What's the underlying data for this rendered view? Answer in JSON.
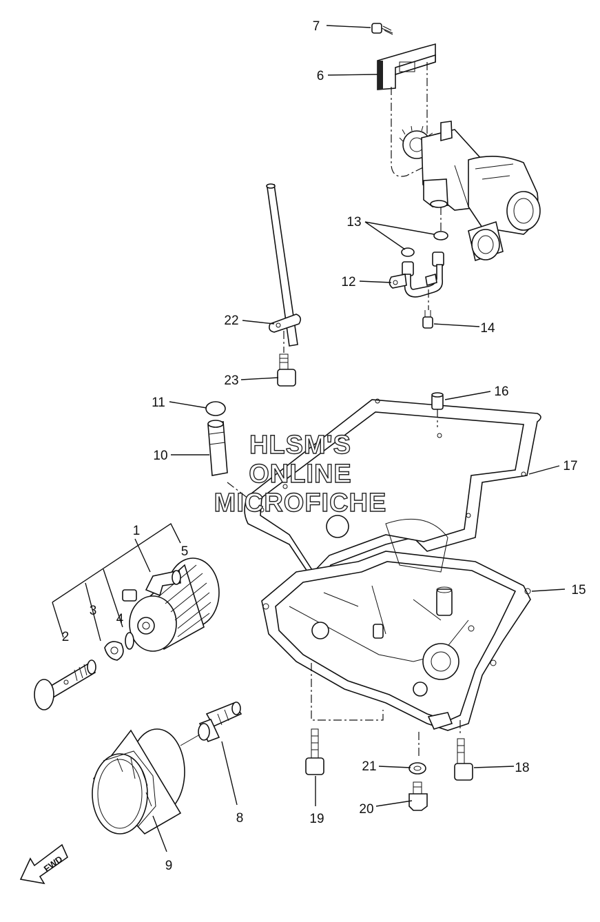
{
  "watermark": {
    "line1": "HLSM'S",
    "line2": "ONLINE",
    "line3": "MICROFICHE"
  },
  "fwd_label": "FWD",
  "callouts": {
    "c1": "1",
    "c2": "2",
    "c3": "3",
    "c4": "4",
    "c5": "5",
    "c6": "6",
    "c7": "7",
    "c8": "8",
    "c9": "9",
    "c10": "10",
    "c11": "11",
    "c12": "12",
    "c13": "13",
    "c14": "14",
    "c15": "15",
    "c16": "16",
    "c17": "17",
    "c18": "18",
    "c19": "19",
    "c20": "20",
    "c21": "21",
    "c22": "22",
    "c23": "23"
  }
}
